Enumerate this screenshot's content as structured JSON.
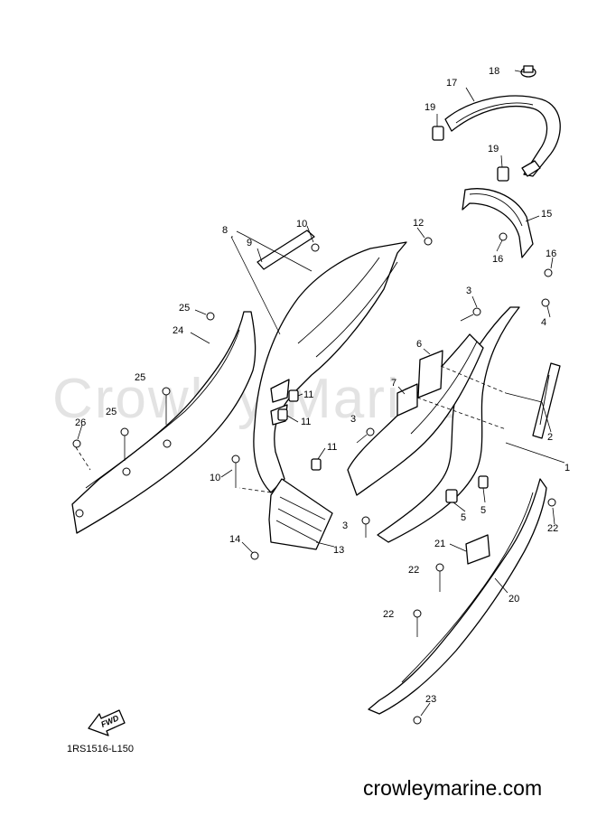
{
  "watermark": "Crowley Marine",
  "diagram_code": "1RS1516-L150",
  "fwd_label": "FWD",
  "footer_url": "crowleymarine.com",
  "callouts": {
    "c1": "1",
    "c2": "2",
    "c3a": "3",
    "c3b": "3",
    "c3c": "3",
    "c4": "4",
    "c5a": "5",
    "c5b": "5",
    "c6": "6",
    "c7": "7",
    "c8": "8",
    "c9": "9",
    "c10a": "10",
    "c10b": "10",
    "c11a": "11",
    "c11b": "11",
    "c11c": "11",
    "c12": "12",
    "c13": "13",
    "c14": "14",
    "c15": "15",
    "c16a": "16",
    "c16b": "16",
    "c17": "17",
    "c18": "18",
    "c19a": "19",
    "c19b": "19",
    "c20": "20",
    "c21": "21",
    "c22a": "22",
    "c22b": "22",
    "c22c": "22",
    "c23": "23",
    "c24": "24",
    "c25a": "25",
    "c25b": "25",
    "c25c": "25",
    "c26": "26"
  }
}
